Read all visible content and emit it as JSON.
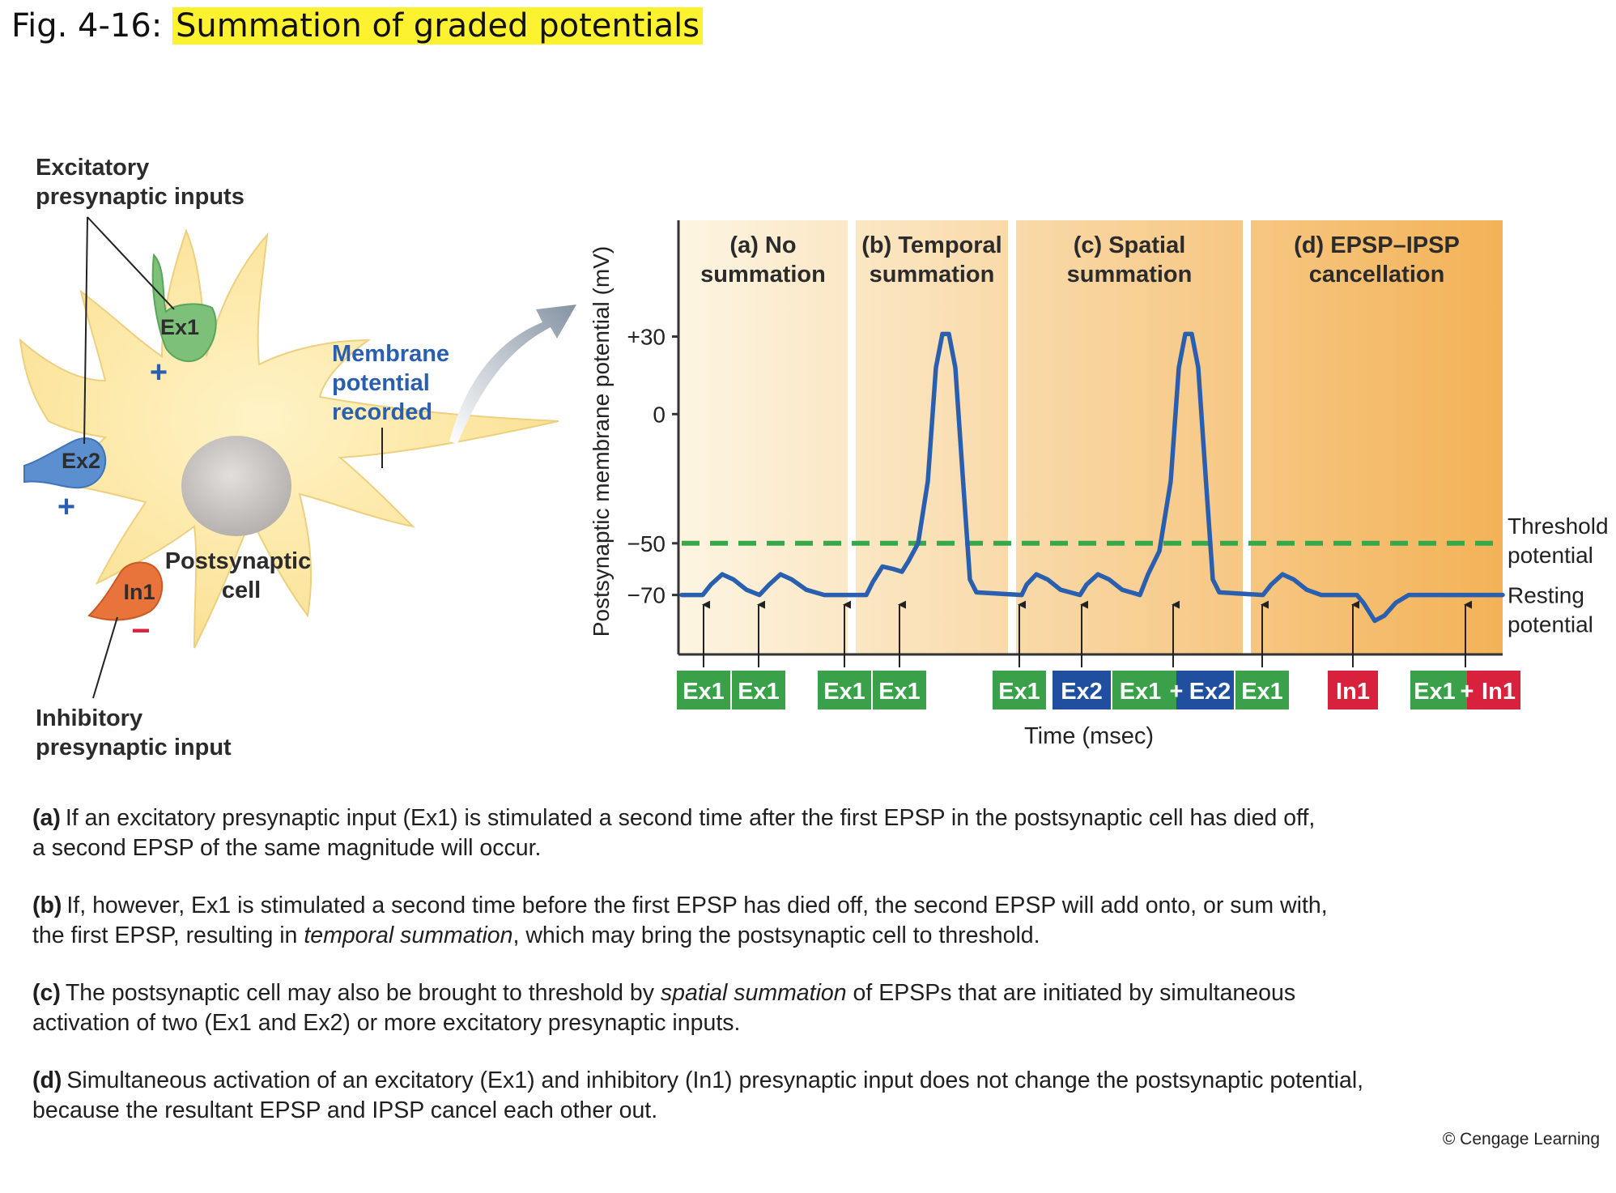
{
  "figure": {
    "prefix": "Fig. 4-16:",
    "title": "Summation of graded potentials"
  },
  "neuron": {
    "excitatory_label": [
      "Excitatory",
      "presynaptic inputs"
    ],
    "inhibitory_label": [
      "Inhibitory",
      "presynaptic input"
    ],
    "recorded_label": [
      "Membrane",
      "potential",
      "recorded"
    ],
    "cell_label": [
      "Postsynaptic",
      "cell"
    ],
    "inputs": {
      "ex1": "Ex1",
      "ex2": "Ex2",
      "in1": "In1"
    },
    "signs": {
      "plus": "+",
      "minus": "−"
    }
  },
  "chart_data": {
    "type": "line",
    "ylabel": "Postsynaptic membrane potential (mV)",
    "xlabel": "Time (msec)",
    "yticks": [
      "+30",
      "0",
      "−50",
      "−70"
    ],
    "ytick_values": [
      30,
      0,
      -50,
      -70
    ],
    "ylim": [
      -93,
      75
    ],
    "threshold_mV": -50,
    "resting_mV": -70,
    "threshold_label": [
      "Threshold",
      "potential"
    ],
    "resting_label": [
      "Resting",
      "potential"
    ],
    "panels": [
      {
        "label": [
          "(a) No",
          "summation"
        ]
      },
      {
        "label": [
          "(b) Temporal",
          "summation"
        ]
      },
      {
        "label": [
          "(c) Spatial",
          "summation"
        ]
      },
      {
        "label": [
          "(d) EPSP–IPSP",
          "cancellation"
        ]
      }
    ],
    "stimuli": [
      {
        "labels": [
          "Ex1"
        ]
      },
      {
        "labels": [
          "Ex1"
        ]
      },
      {
        "labels": [
          "Ex1"
        ]
      },
      {
        "labels": [
          "Ex1"
        ]
      },
      {
        "labels": [
          "Ex1"
        ]
      },
      {
        "labels": [
          "Ex2"
        ]
      },
      {
        "labels": [
          "Ex1",
          "+",
          "Ex2"
        ]
      },
      {
        "labels": [
          "Ex1"
        ]
      },
      {
        "labels": [
          "In1"
        ]
      },
      {
        "labels": [
          "Ex1",
          "+",
          "In1"
        ]
      }
    ],
    "colors": {
      "trace": "#2a5fb0",
      "threshold": "#36a84a",
      "ex1": "#3aa04a",
      "ex2": "#1f4f9e",
      "in1": "#d8213c"
    }
  },
  "captions": [
    {
      "tag": "(a)",
      "lines": [
        [
          "If an excitatory presynaptic input (Ex1) is stimulated a second time after the first EPSP in the postsynaptic cell has died off,"
        ],
        [
          "a second EPSP of the same magnitude will occur."
        ]
      ]
    },
    {
      "tag": "(b)",
      "lines": [
        [
          "If, however, Ex1 is stimulated a second time before the first EPSP has died off, the second EPSP will add onto, or sum with,"
        ],
        [
          "the first EPSP, resulting in ",
          "temporal summation",
          ", which may bring the postsynaptic cell to threshold."
        ]
      ]
    },
    {
      "tag": "(c)",
      "lines": [
        [
          "The postsynaptic cell may also be brought to threshold by ",
          "spatial summation",
          " of EPSPs that are initiated by simultaneous"
        ],
        [
          "activation of two (Ex1 and Ex2) or more excitatory presynaptic inputs."
        ]
      ]
    },
    {
      "tag": "(d)",
      "lines": [
        [
          "Simultaneous activation of an excitatory (Ex1) and inhibitory (In1) presynaptic input does not change the postsynaptic potential,"
        ],
        [
          "because the resultant EPSP and IPSP cancel each other out."
        ]
      ]
    }
  ],
  "copyright": "© Cengage Learning"
}
